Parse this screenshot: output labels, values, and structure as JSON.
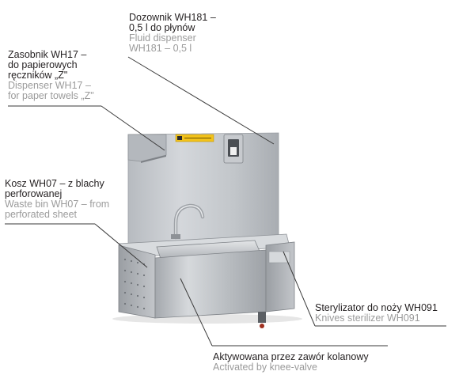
{
  "labels": {
    "dispenser_wh181": {
      "pl_line1": "Dozownik WH181 –",
      "pl_line2": "0,5 l do płynów",
      "en_line1": "Fluid dispenser",
      "en_line2": "WH181 – 0,5 l"
    },
    "dispenser_wh17": {
      "pl_line1": "Zasobnik WH17 –",
      "pl_line2": "do papierowych",
      "pl_line3": "ręczników „Z\"",
      "en_line1": "Dispenser WH17 –",
      "en_line2": "for paper towels „Z\""
    },
    "waste_bin_wh07": {
      "pl_line1": "Kosz WH07 – z blachy",
      "pl_line2": "perforowanej",
      "en_line1": "Waste bin WH07 – from",
      "en_line2": "perforated sheet"
    },
    "sterilizer_wh091": {
      "pl_line1": "Sterylizator do noży WH091",
      "en_line1": "Knives sterilizer WH091"
    },
    "knee_valve": {
      "pl_line1": "Aktywowana przez zawór kolanowy",
      "en_line1": "Activated by knee-valve"
    }
  },
  "colors": {
    "polish_text": "#231f20",
    "english_text": "#9b9b9b",
    "steel_light": "#c9ccd0",
    "steel_dark": "#8e9297",
    "warning_label": "#f2c21a"
  },
  "icons": {
    "product": "stainless-steel-handwash-basin",
    "warning": "warning-label"
  }
}
